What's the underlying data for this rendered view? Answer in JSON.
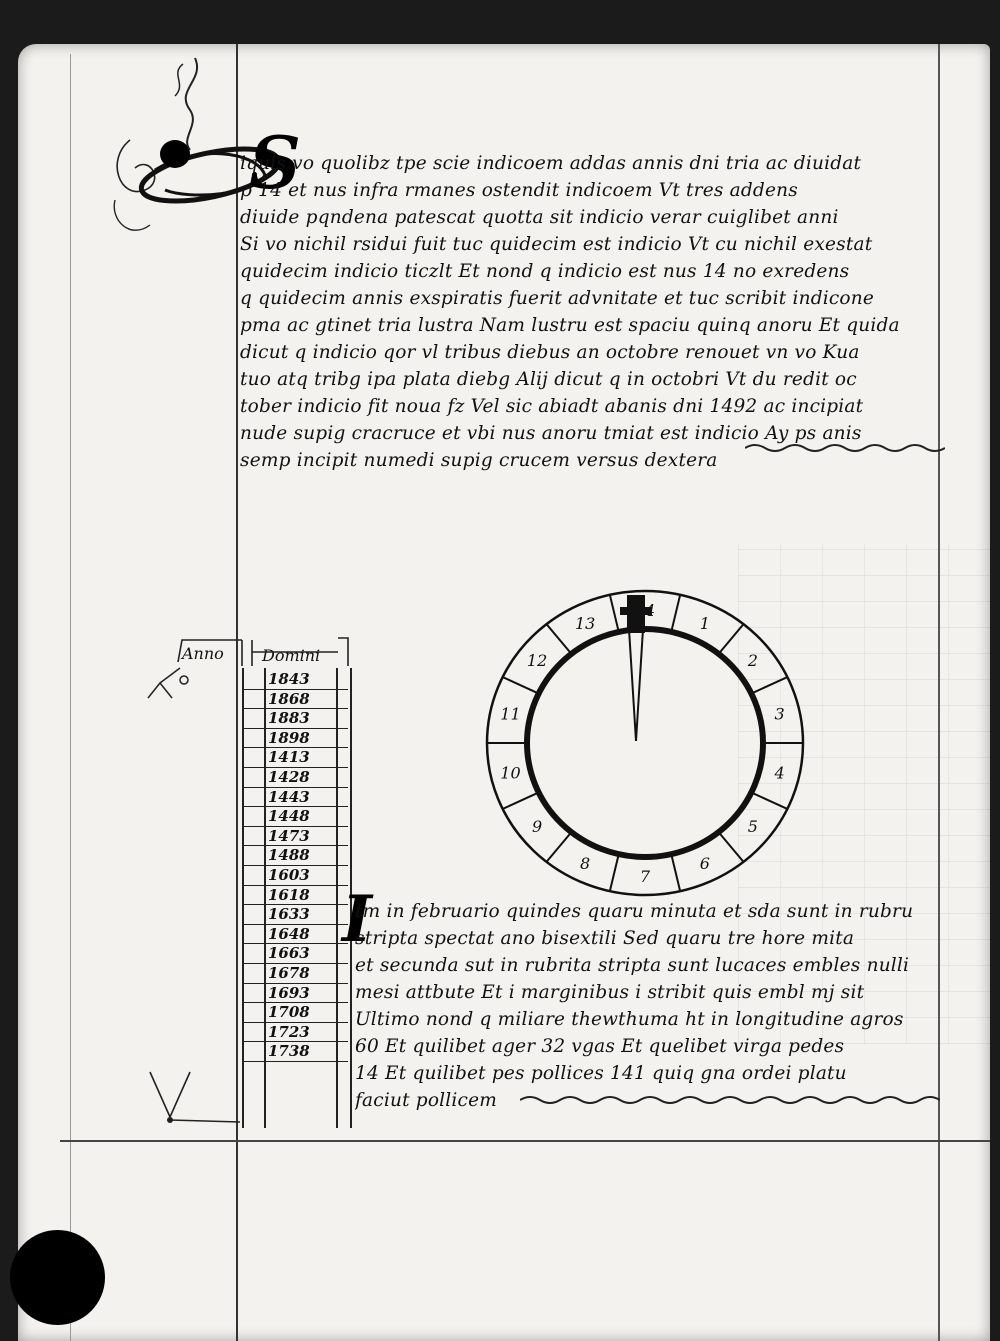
{
  "paragraph_1": {
    "lines": [
      "iquis vo quolibz tpe scie indicoem addas annis dni tria ac diuidat",
      "p 14 et nus infra rmanes ostendit indicoem Vt tres addens",
      "diuide pqndena patescat quotta sit indicio verar cuiglibet anni",
      "Si vo nichil rsidui fuit tuc quidecim est indicio Vt cu nichil exestat",
      "quidecim indicio ticzlt Et nond q indicio est nus 14 no exredens",
      "q quidecim annis exspiratis fuerit advnitate et tuc scribit indicone",
      "pma ac gtinet tria lustra Nam lustru est spaciu quinq anoru Et quida",
      "dicut q indicio qor vl tribus diebus an octobre renouet vn vo Kua",
      "tuo atq tribg ipa plata diebg Alij dicut q in octobri Vt du redit oc",
      "tober indicio fit noua fz Vel sic abiadt abanis dni 1492 ac incipiat",
      "nude supig cracruce et vbi nus anoru tmiat est indicio Ay ps anis",
      "semp incipit numedi supig crucem versus dextera"
    ]
  },
  "table": {
    "header_left": "Anno",
    "header_right": "Domini",
    "years": [
      "1843",
      "1868",
      "1883",
      "1898",
      "1413",
      "1428",
      "1443",
      "1448",
      "1473",
      "1488",
      "1603",
      "1618",
      "1633",
      "1648",
      "1663",
      "1678",
      "1693",
      "1708",
      "1723",
      "1738"
    ]
  },
  "wheel": {
    "numbers": [
      "14",
      "1",
      "2",
      "3",
      "4",
      "5",
      "6",
      "7",
      "8",
      "9",
      "10",
      "11",
      "12",
      "13"
    ],
    "ink_color": "#111111"
  },
  "paragraph_2": {
    "lines": [
      "tm in februario quindes quaru minuta et sda sunt in rubru",
      "stripta spectat ano bisextili Sed quaru tre hore mita",
      "et secunda sut in rubrita stripta sunt lucaces embles nulli",
      "mesi attbute Et i marginibus i stribit quis embl mj sit",
      "Ultimo nond q miliare thewthuma ht in longitudine agros",
      "60 Et quilibet ager 32 vgas Et quelibet virga pedes",
      "14 Et quilibet pes pollices 141 quiq gna ordei platu",
      "faciut pollicem"
    ]
  },
  "initials": {
    "first": "S",
    "second": "I"
  }
}
